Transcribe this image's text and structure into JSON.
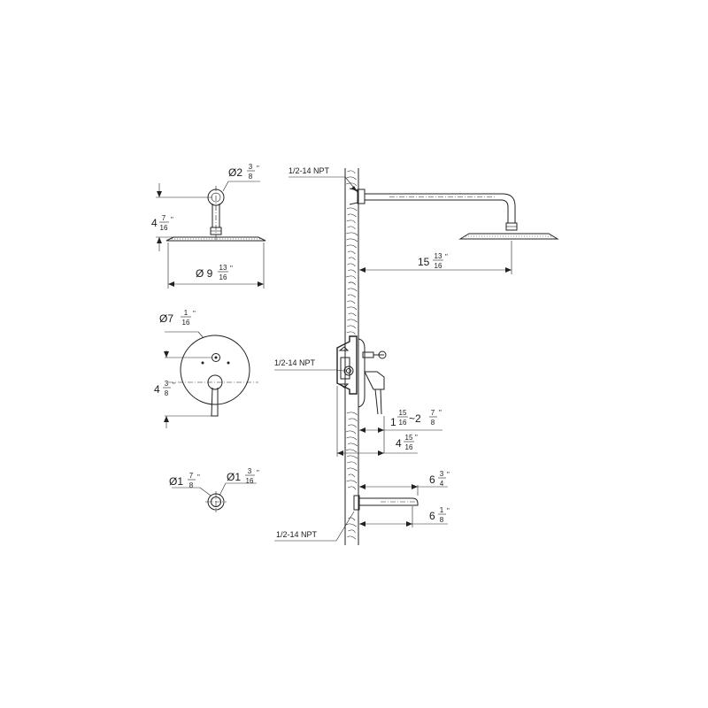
{
  "dimensions": {
    "arm_flange_dia": {
      "prefix": "Ø2",
      "num": "3",
      "den": "8",
      "unit": "\""
    },
    "arm_drop": {
      "prefix": "4",
      "num": "7",
      "den": "16",
      "unit": "\""
    },
    "head_dia": {
      "prefix": "Ø 9",
      "num": "13",
      "den": "16",
      "unit": "\""
    },
    "trim_dia": {
      "prefix": "Ø7",
      "num": "1",
      "den": "16",
      "unit": "\""
    },
    "valve_offset": {
      "prefix": "4",
      "num": "3",
      "den": "8",
      "unit": "\""
    },
    "spout_flange_dia": {
      "prefix": "Ø1",
      "num": "7",
      "den": "8",
      "unit": "\""
    },
    "spout_inner_dia": {
      "prefix": "Ø1",
      "num": "3",
      "den": "16",
      "unit": "\""
    },
    "arm_reach": {
      "prefix": "15",
      "num": "13",
      "den": "16",
      "unit": "\""
    },
    "valve_depth_min": {
      "prefix": "1",
      "num": "15",
      "den": "16",
      "unit": ""
    },
    "valve_depth_max": {
      "prefix": "~2",
      "num": "7",
      "den": "8",
      "unit": "\""
    },
    "valve_total": {
      "prefix": "4",
      "num": "15",
      "den": "16",
      "unit": "\""
    },
    "spout_length": {
      "prefix": "6",
      "num": "3",
      "den": "4",
      "unit": "\""
    },
    "spout_reach": {
      "prefix": "6",
      "num": "1",
      "den": "8",
      "unit": "\""
    }
  },
  "labels": {
    "npt_arm": "1/2-14 NPT",
    "npt_valve": "1/2-14 NPT",
    "npt_spout": "1/2-14 NPT"
  }
}
